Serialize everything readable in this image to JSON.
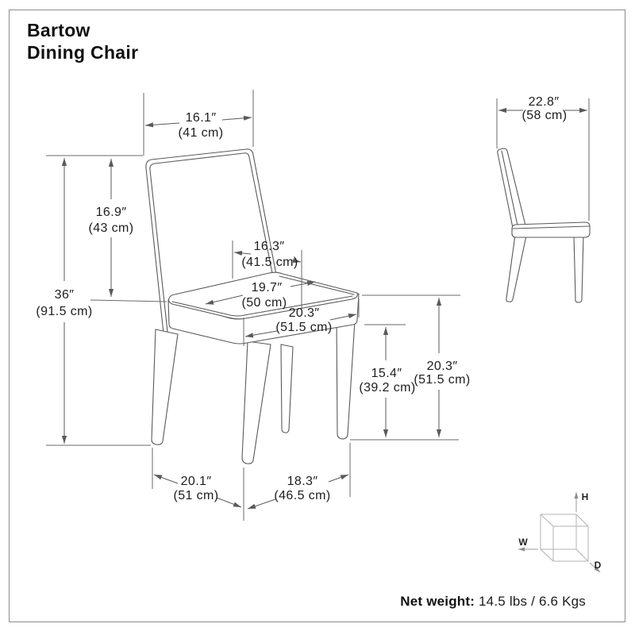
{
  "title": {
    "line1": "Bartow",
    "line2": "Dining Chair"
  },
  "dimensions": {
    "backrest_width": {
      "inches": "16.1″",
      "cm": "(41 cm)"
    },
    "backrest_height": {
      "inches": "16.9″",
      "cm": "(43 cm)"
    },
    "overall_height": {
      "inches": "36″",
      "cm": "(91.5 cm)"
    },
    "seat_back_width": {
      "inches": "16.3″",
      "cm": "(41.5 cm)"
    },
    "seat_depth": {
      "inches": "19.7″",
      "cm": "(50 cm)"
    },
    "seat_front_width": {
      "inches": "20.3″",
      "cm": "(51.5 cm)"
    },
    "under_seat_height": {
      "inches": "15.4″",
      "cm": "(39.2 cm)"
    },
    "seat_height": {
      "inches": "20.3″",
      "cm": "(51.5 cm)"
    },
    "front_leg_span": {
      "inches": "20.1″",
      "cm": "(51 cm)"
    },
    "side_leg_span": {
      "inches": "18.3″",
      "cm": "(46.5 cm)"
    },
    "overall_depth": {
      "inches": "22.8″",
      "cm": "(58 cm)"
    }
  },
  "axis_legend": {
    "height": "H",
    "width": "W",
    "depth": "D"
  },
  "footer": {
    "net_weight_label": "Net weight:",
    "net_weight_value": " 14.5 lbs / 6.6 Kgs"
  },
  "colors": {
    "line": "#5a5a5a",
    "text": "#1d1d1d",
    "light_line": "#b3b3b3",
    "border": "#8c8c8c"
  }
}
